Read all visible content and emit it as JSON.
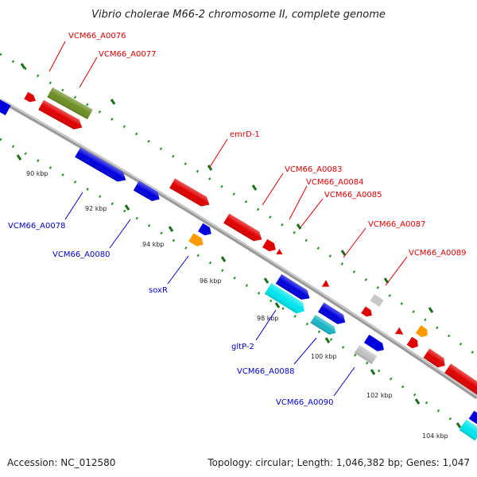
{
  "title": "Vibrio cholerae M66-2 chromosome II, complete genome",
  "footer": {
    "accession": "Accession: NC_012580",
    "topology": "Topology: circular; Length: 1,046,382 bp; Genes: 1,047"
  },
  "colors": {
    "forward_gene": "#e00000",
    "reverse_gene": "#0000dd",
    "rna_olive": "#6b8e23",
    "rna_cyan": "#00e5ee",
    "orange_gene": "#ff9900",
    "gray_gene": "#bfbfbf",
    "backbone": "#999999",
    "dots": "#1a8f1a"
  },
  "scale_ticks": [
    "90 kbp",
    "92 kbp",
    "94 kbp",
    "96 kbp",
    "98 kbp",
    "100 kbp",
    "102 kbp",
    "104 kbp"
  ],
  "labels_forward": [
    "VCM66_A0076",
    "VCM66_A0077",
    "emrD-1",
    "VCM66_A0083",
    "VCM66_A0084",
    "VCM66_A0085",
    "VCM66_A0087",
    "VCM66_A0089"
  ],
  "labels_reverse": [
    "VCM66_A0078",
    "VCM66_A0080",
    "soxR",
    "gltP-2",
    "VCM66_A0088",
    "VCM66_A0090"
  ]
}
